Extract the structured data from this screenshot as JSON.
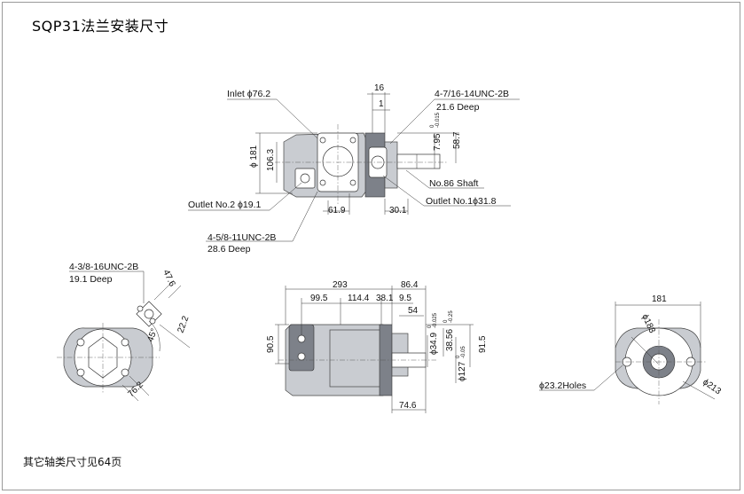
{
  "title": "SQP31法兰安装尺寸",
  "footnote": "其它轴类尺寸见64页",
  "top_view": {
    "inlet": "Inlet ϕ76.2",
    "thread_top_1": "4-7/16-14UNC-2B",
    "thread_top_2": "21.6 Deep",
    "outlet2": "Outlet No.2 ϕ19.1",
    "thread_bottom_1": "4-5/8-11UNC-2B",
    "thread_bottom_2": "28.6 Deep",
    "shaft": "No.86 Shaft",
    "outlet1": "Outlet No.1ϕ31.8",
    "dim_16": "16",
    "dim_1": "1",
    "dim_795": "7.95",
    "dim_795_tol_top": "0",
    "dim_795_tol_bot": "-0.015",
    "dim_587": "58.7",
    "dim_181": "ϕ 181",
    "dim_1063": "106.3",
    "dim_619": "61.9",
    "dim_301": "30.1"
  },
  "left_view": {
    "thread_1": "4-3/8-16UNC-2B",
    "thread_2": "19.1 Deep",
    "dim_476": "47.6",
    "dim_222": "22.2",
    "dim_45": "45°",
    "dim_762": "76.2"
  },
  "side_view": {
    "dim_293": "293",
    "dim_864": "86.4",
    "dim_995": "99.5",
    "dim_1144": "114.4",
    "dim_381": "38.1",
    "dim_95": "9.5",
    "dim_54": "54",
    "dim_905": "90.5",
    "dim_349": "ϕ34.9",
    "dim_349_tol_top": "0",
    "dim_349_tol_bot": "-0.025",
    "dim_3856": "38.56",
    "dim_3856_tol_top": "0",
    "dim_3856_tol_bot": "-0.25",
    "dim_127": "ϕ127",
    "dim_127_tol_top": "0",
    "dim_127_tol_bot": "-0.05",
    "dim_915": "91.5",
    "dim_746": "74.6"
  },
  "right_view": {
    "dim_181": "181",
    "dim_183": "ϕ183",
    "holes": "ϕ23.2Holes",
    "dim_213": "ϕ213"
  }
}
